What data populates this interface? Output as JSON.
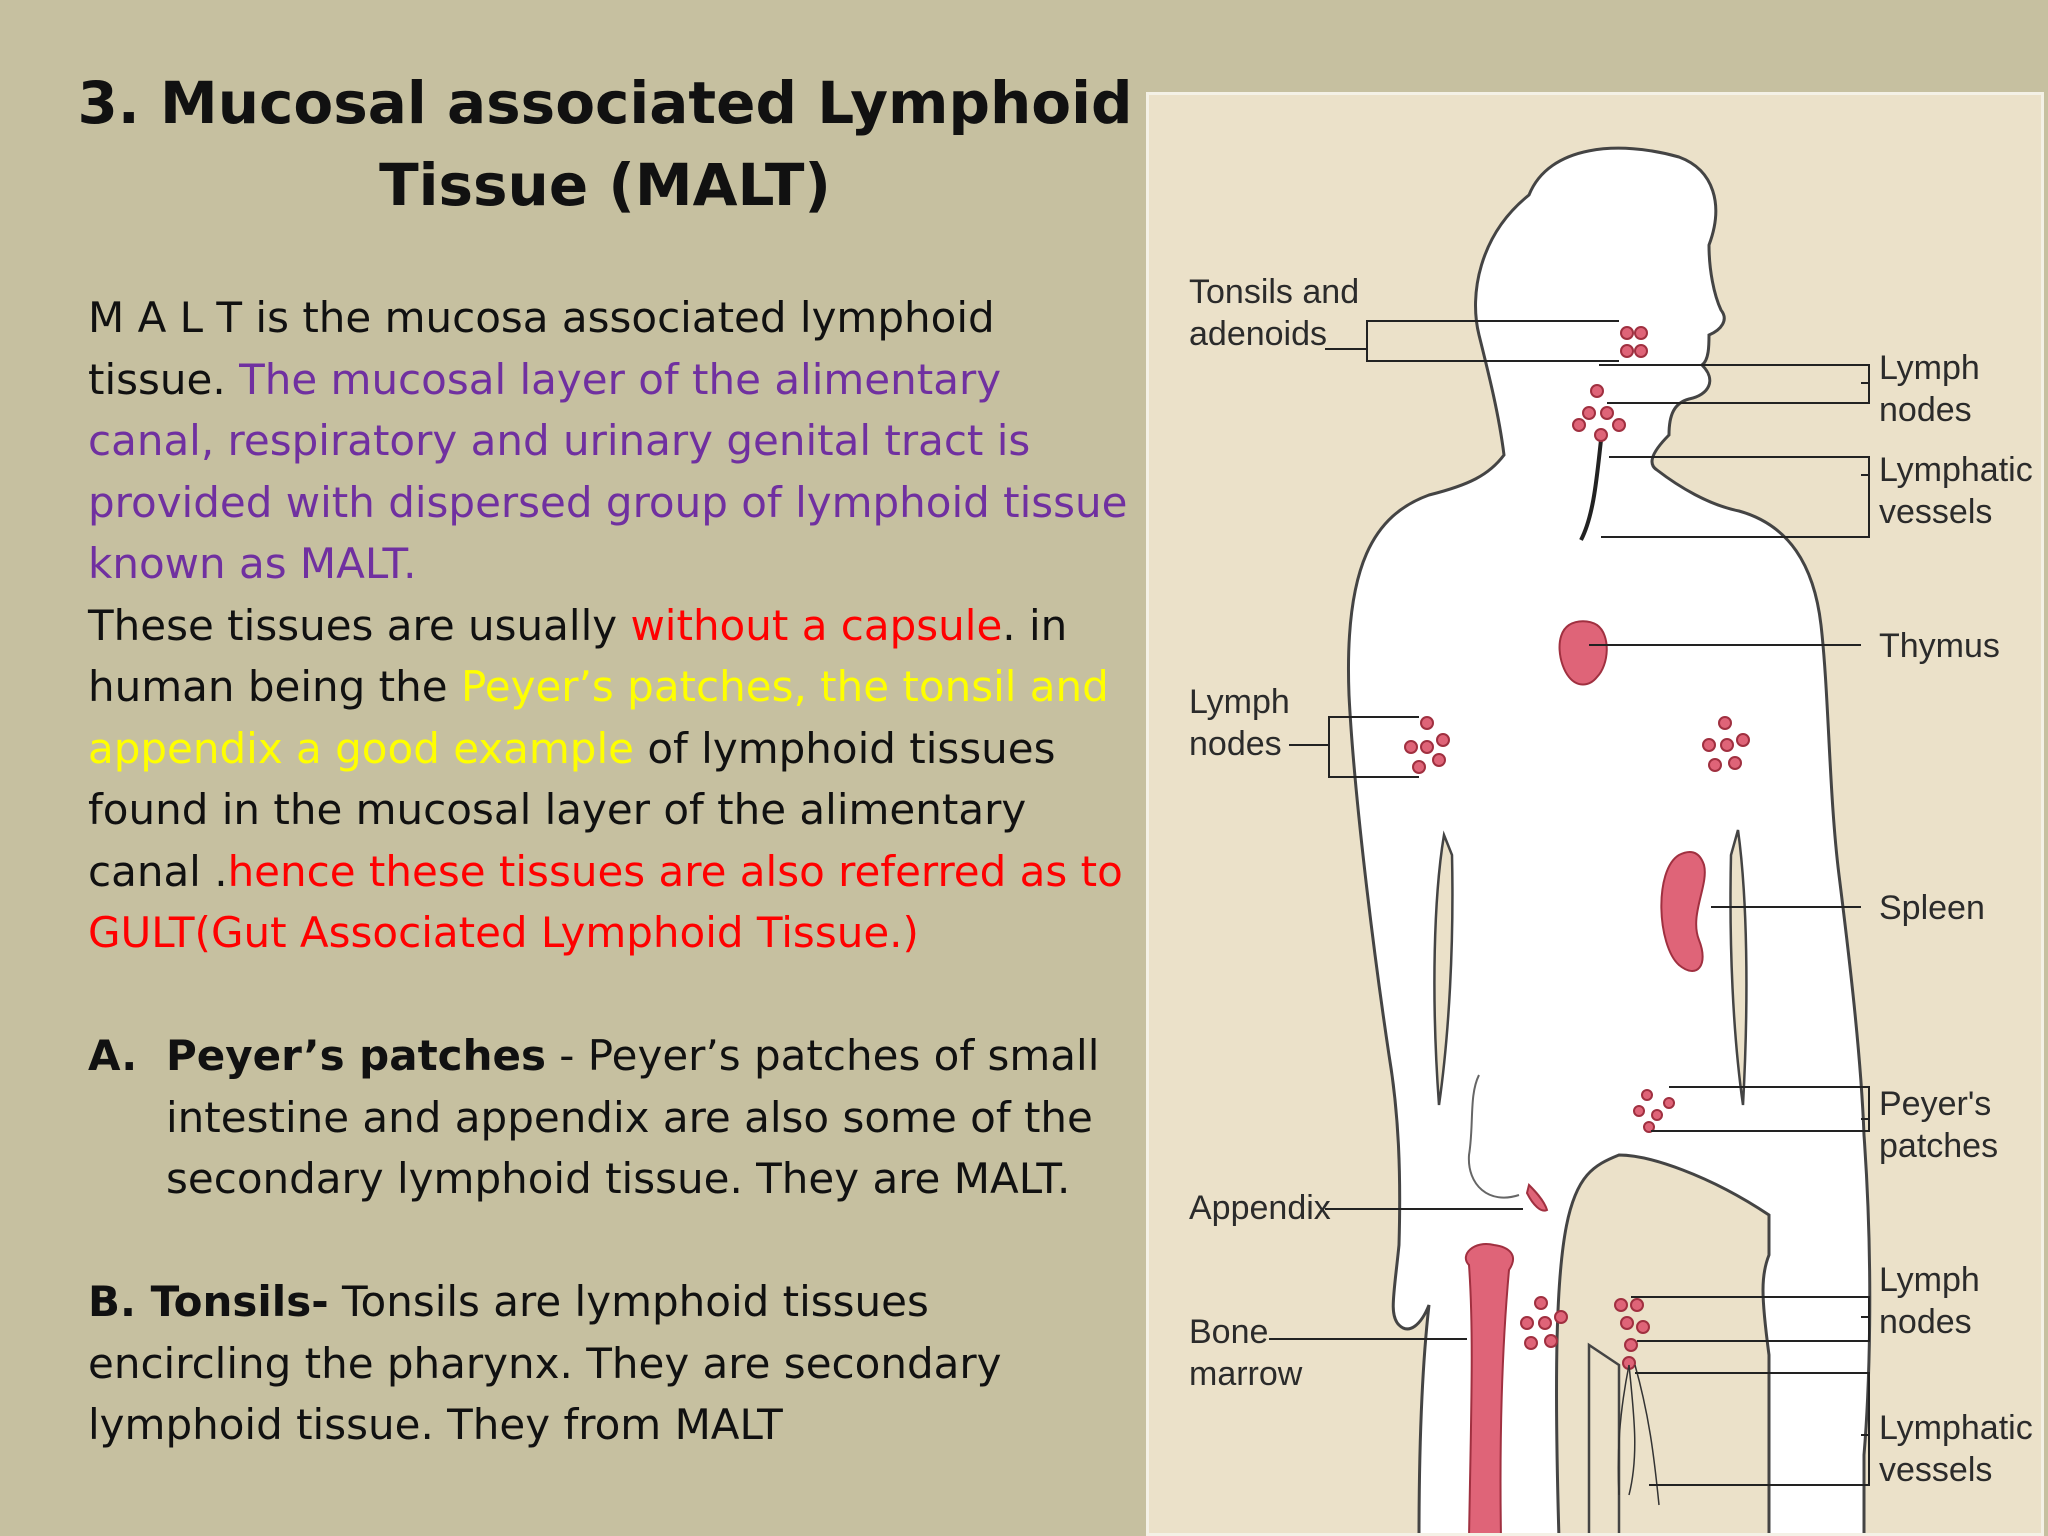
{
  "slide": {
    "title_line1": "3. Mucosal associated Lymphoid",
    "title_line2": "Tissue (MALT)",
    "intro_plain": "M A L T is the mucosa associated lymphoid tissue. ",
    "intro_purple": "The mucosal layer of the alimentary canal, respiratory and urinary genital tract is provided with dispersed group of lymphoid tissue known as MALT.",
    "para2_a": "These tissues are usually ",
    "para2_red1": "without a capsule",
    "para2_b": ". in human being the ",
    "para2_yellow": "Peyer’s patches, the tonsil and appendix a good example",
    "para2_c": " of lymphoid tissues found in the mucosal layer of the alimentary canal .",
    "para2_red2": "hence these tissues are also referred as to GULT(Gut  Associated Lymphoid Tissue.)",
    "item_a_marker": "A.",
    "item_a_bold": "Peyer’s patches",
    "item_a_text": " - Peyer’s patches of small intestine and appendix are also some of the secondary lymphoid tissue. They are MALT.",
    "item_b_bold": "B. Tonsils-",
    "item_b_text": " Tonsils are lymphoid tissues encircling the pharynx. They are secondary lymphoid tissue. They from MALT"
  },
  "figure": {
    "labels": {
      "tonsils_1": "Tonsils and",
      "tonsils_2": "adenoids",
      "lymph_nodes_left_1": "Lymph",
      "lymph_nodes_left_2": "nodes",
      "appendix": "Appendix",
      "bone_marrow_1": "Bone",
      "bone_marrow_2": "marrow",
      "lymph_nodes_neck_1": "Lymph",
      "lymph_nodes_neck_2": "nodes",
      "lymphatic_vessels_top_1": "Lymphatic",
      "lymphatic_vessels_top_2": "vessels",
      "thymus": "Thymus",
      "spleen": "Spleen",
      "peyers_1": "Peyer's",
      "peyers_2": "patches",
      "lymph_nodes_groin_1": "Lymph",
      "lymph_nodes_groin_2": "nodes",
      "lymphatic_vessels_bottom_1": "Lymphatic",
      "lymphatic_vessels_bottom_2": "vessels"
    },
    "colors": {
      "organ": "#df6478",
      "organ_dark": "#a03040",
      "body": "#ffffff",
      "outline": "#444444",
      "panel": "#ebe1c9"
    }
  }
}
